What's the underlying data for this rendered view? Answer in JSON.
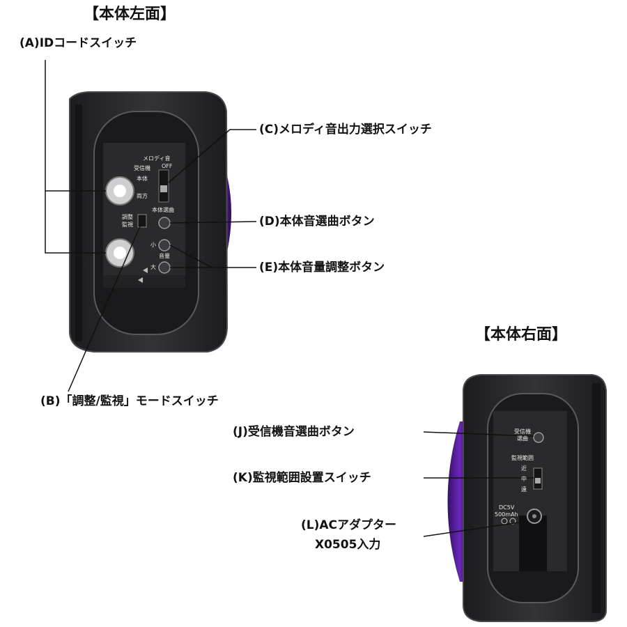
{
  "titles": {
    "left_side": "【本体左面】",
    "right_side": "【本体右面】"
  },
  "labels": {
    "a": "(A)IDコードスイッチ",
    "b": "(B)「調整/監視」モードスイッチ",
    "c": "(C)メロディ音出力選択スイッチ",
    "d": "(D)本体音選曲ボタン",
    "e": "(E)本体音量調整ボタン",
    "j": "(J)受信機音選曲ボタン",
    "k": "(K)監視範囲設置スイッチ",
    "l_line1": "(L)ACアダプター",
    "l_line2": "X0505入力"
  },
  "device_left_text": {
    "melody": "メロディ音",
    "off": "OFF",
    "receiver": "受信機",
    "body": "本体",
    "both": "両方",
    "select": "本体選曲",
    "adjust": "調整",
    "monitor": "監視",
    "small": "小",
    "volume": "音量",
    "large": "大"
  },
  "device_right_text": {
    "receiver_select_1": "受信機",
    "receiver_select_2": "選曲",
    "range": "監視範囲",
    "near": "近",
    "mid": "中",
    "far": "遠",
    "dc": "DC5V",
    "mah": "500mAh"
  },
  "colors": {
    "device_body": "#2b2b2e",
    "device_edge": "#4a4a4e",
    "purple_accent": "#5a1e9c"
  }
}
